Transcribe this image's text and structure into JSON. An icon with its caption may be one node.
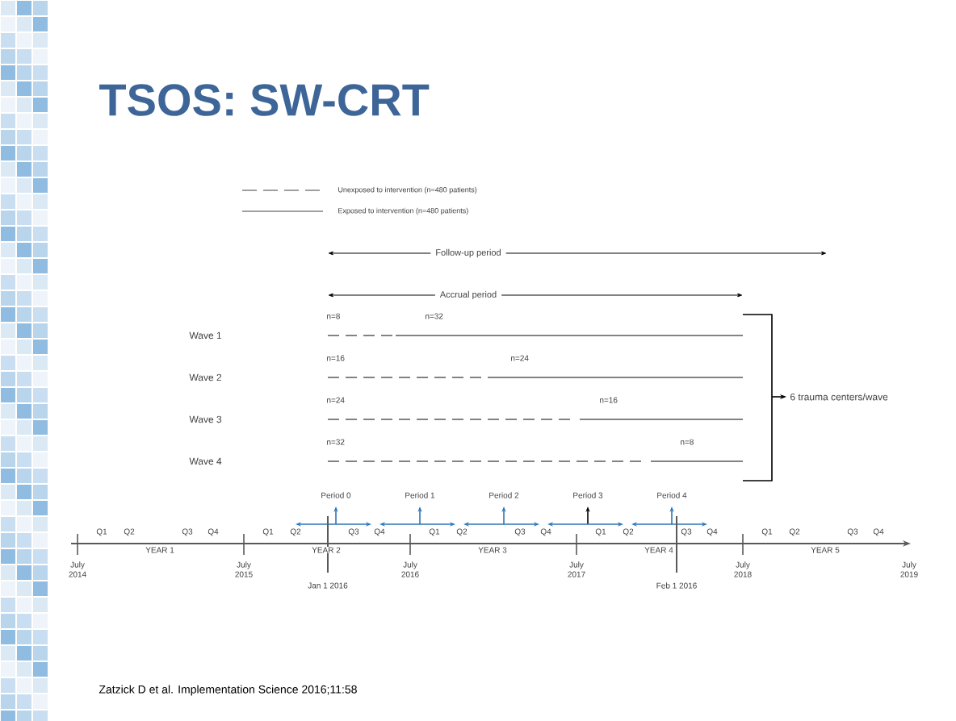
{
  "diagram": {
    "title": "TSOS: SW-CRT",
    "caption": "Zatzick D et al. Implementation Science 2016;11:58",
    "legend": [
      {
        "text": "Unexposed to intervention (n=480 patients)"
      },
      {
        "text": "Exposed to intervention (n=480 patients)"
      }
    ],
    "labels": [
      "Follow-up period",
      "Accrual period",
      "n=8",
      "n=32",
      "Wave 1",
      "n=16",
      "n=24",
      "Wave 2",
      "n=24",
      "n=16",
      "Wave 3",
      "n=32",
      "n=8",
      "Wave 4",
      "6 trauma centers/wave",
      "Period 0",
      "Period 1",
      "Period 2",
      "Period 3",
      "Period 4",
      "Q1",
      "Q2",
      "Q3",
      "Q4",
      "Q1",
      "Q2",
      "Q3",
      "Q4",
      "Q1",
      "Q2",
      "Q3",
      "Q4",
      "Q1",
      "Q2",
      "Q3",
      "Q4",
      "Q1",
      "Q2",
      "Q3",
      "Q4",
      "YEAR 1",
      "YEAR 2",
      "YEAR 3",
      "YEAR 4",
      "YEAR 5",
      "July 2014",
      "July 2015",
      "July 2016",
      "July 2017",
      "July 2018",
      "July 2019",
      "Jan 1 2016",
      "Feb 1 2016"
    ]
  }
}
